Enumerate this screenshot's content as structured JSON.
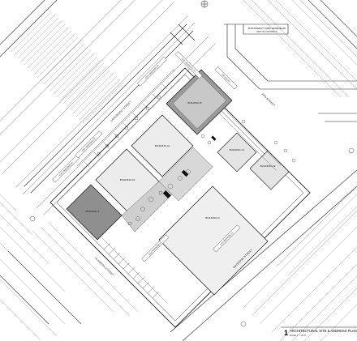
{
  "plan": {
    "title": "ARCHITECTURAL SITE & ADDRESS PLAN",
    "number": "1",
    "scale": "SCALE: 1\" = 30'-0\"",
    "note": [
      "SUSTAINABILITY PARK WATER BASIN",
      "(NOT IN CONTRACT)"
    ]
  },
  "streets": {
    "north_west": "LAKEWOOD STREET",
    "north_east": "3RD STREET",
    "south_east": "MADRONE STREET",
    "south_west": "ALAMEDA STREET"
  },
  "buildings": [
    {
      "key": "b1",
      "label": "BUILDING B"
    },
    {
      "key": "b2",
      "label": "BUILDING A1"
    },
    {
      "key": "b3",
      "label": "BUILDING A2"
    },
    {
      "key": "b4",
      "label": "BUILDING F"
    },
    {
      "key": "b5",
      "label": "BUILDING D"
    },
    {
      "key": "b6",
      "label": "BUILDING C1"
    },
    {
      "key": "b7",
      "label": "BUILDING C2"
    }
  ],
  "address_tags": [
    {
      "key": "t1",
      "label": "1200 LAKEWOOD ST."
    },
    {
      "key": "t2",
      "label": "1220 LAKEWOOD ST."
    },
    {
      "key": "t3",
      "label": "1240 LAKEWOOD ST."
    },
    {
      "key": "t4",
      "label": "1250 LAKEWOOD ST."
    },
    {
      "key": "t5",
      "label": "300 3RD ST."
    },
    {
      "key": "t6",
      "label": "1245 MADRONE ST."
    },
    {
      "key": "t7",
      "label": "1210 MADRONE ST."
    }
  ]
}
